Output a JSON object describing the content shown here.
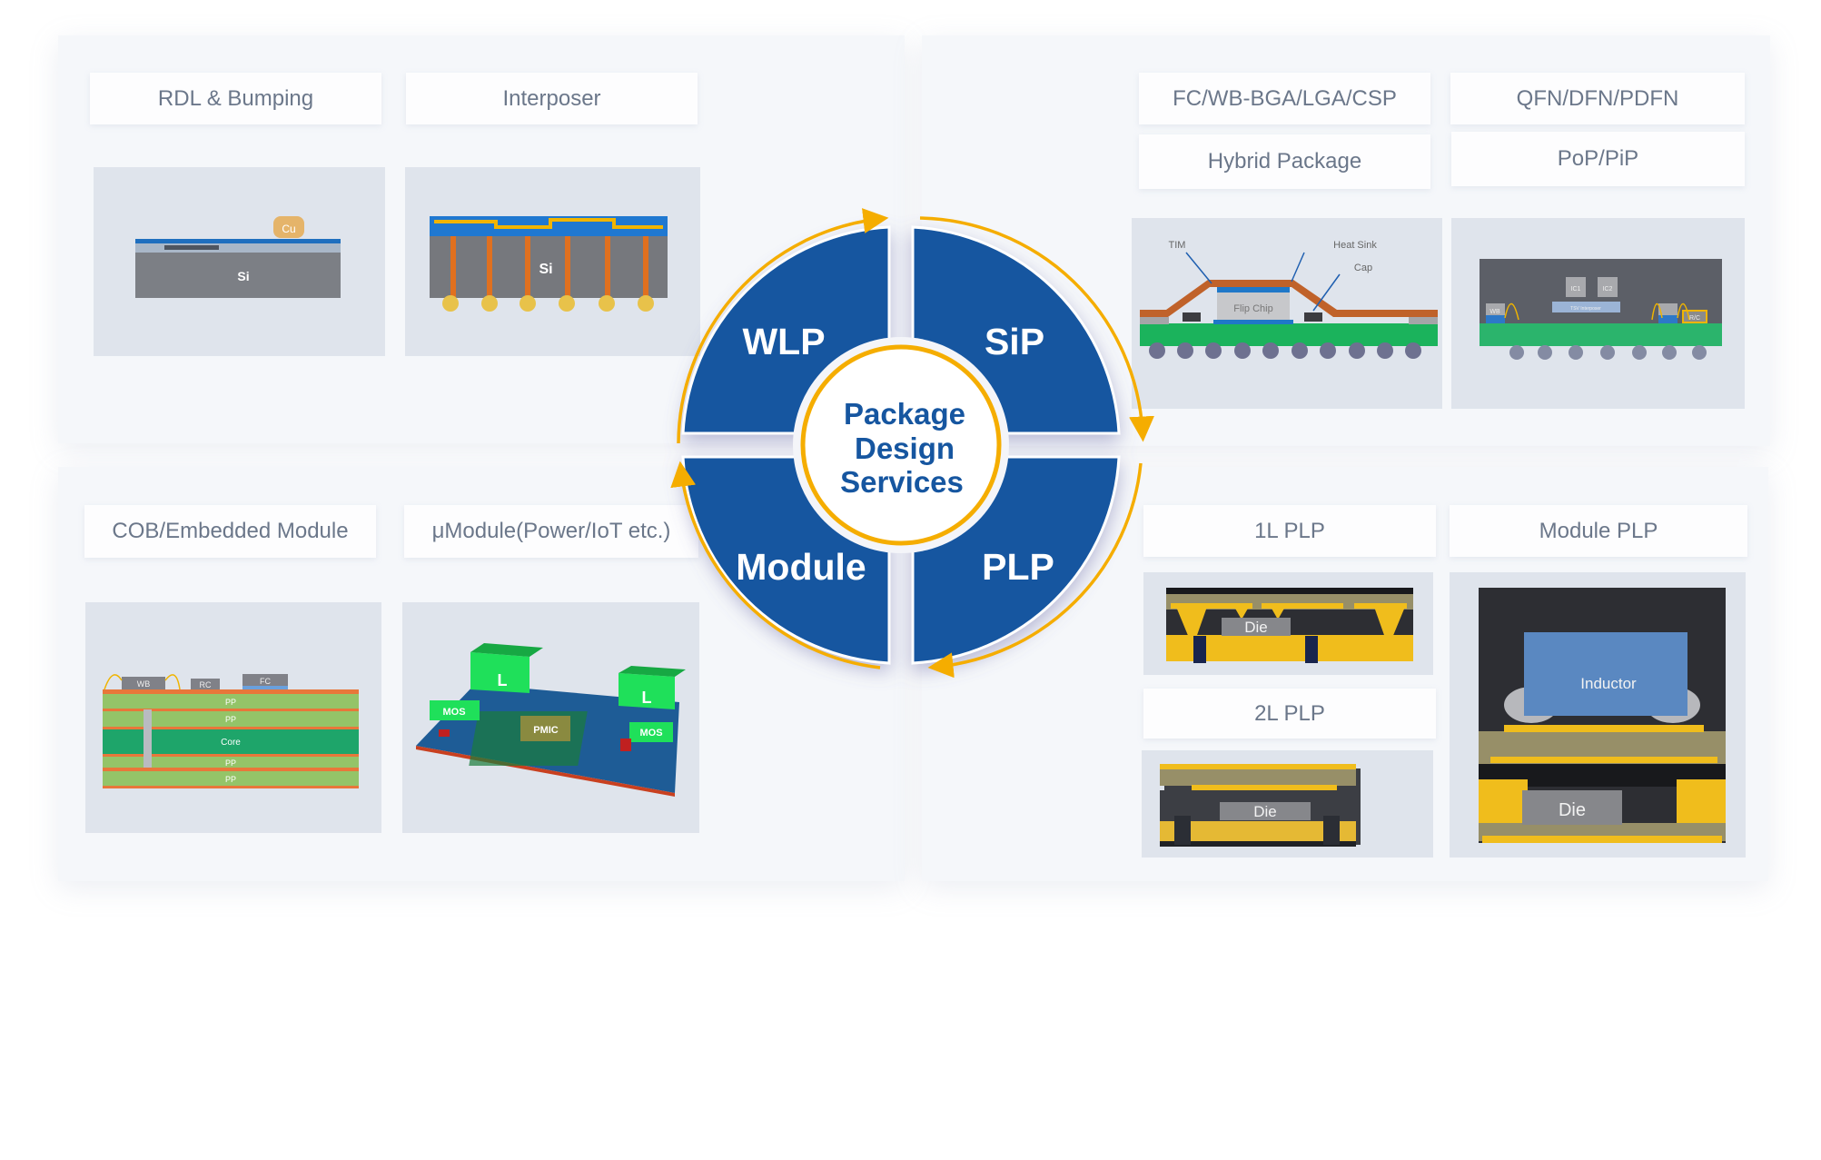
{
  "center": {
    "line1": "Package",
    "line2": "Design",
    "line3": "Services"
  },
  "quadrants": {
    "wlp": "WLP",
    "sip": "SiP",
    "module": "Module",
    "plp": "PLP"
  },
  "wlp": {
    "labels": [
      "RDL & Bumping",
      "Interposer"
    ],
    "rdl_diagram": {
      "cu": "Cu",
      "si": "Si"
    },
    "interposer_diagram": {
      "si": "Si"
    }
  },
  "sip": {
    "labels": [
      "FC/WB-BGA/LGA/CSP",
      "QFN/DFN/PDFN",
      "Hybrid Package",
      "PoP/PiP"
    ],
    "fc_diagram": {
      "tim": "TIM",
      "heat_sink": "Heat Sink",
      "cap": "Cap",
      "flip_chip": "Flip Chip"
    },
    "pop_diagram": {
      "ic1": "IC1",
      "ic2": "IC2",
      "wb": "WB",
      "rc": "R/C",
      "interposer": "TSV Interposer"
    }
  },
  "module": {
    "labels": [
      "COB/Embedded Module",
      "μModule(Power/IoT etc.)"
    ],
    "cob_diagram": {
      "wb": "WB",
      "rc": "RC",
      "fc": "FC",
      "pp": "PP",
      "core": "Core"
    },
    "umodule_diagram": {
      "l": "L",
      "mos": "MOS",
      "pmic": "PMIC"
    }
  },
  "plp": {
    "labels": [
      "1L PLP",
      "Module PLP",
      "2L PLP"
    ],
    "die": "Die",
    "inductor": "Inductor"
  },
  "colors": {
    "blue": "#1656a0",
    "orange": "#f5ad00",
    "label_text": "#6b778a"
  }
}
